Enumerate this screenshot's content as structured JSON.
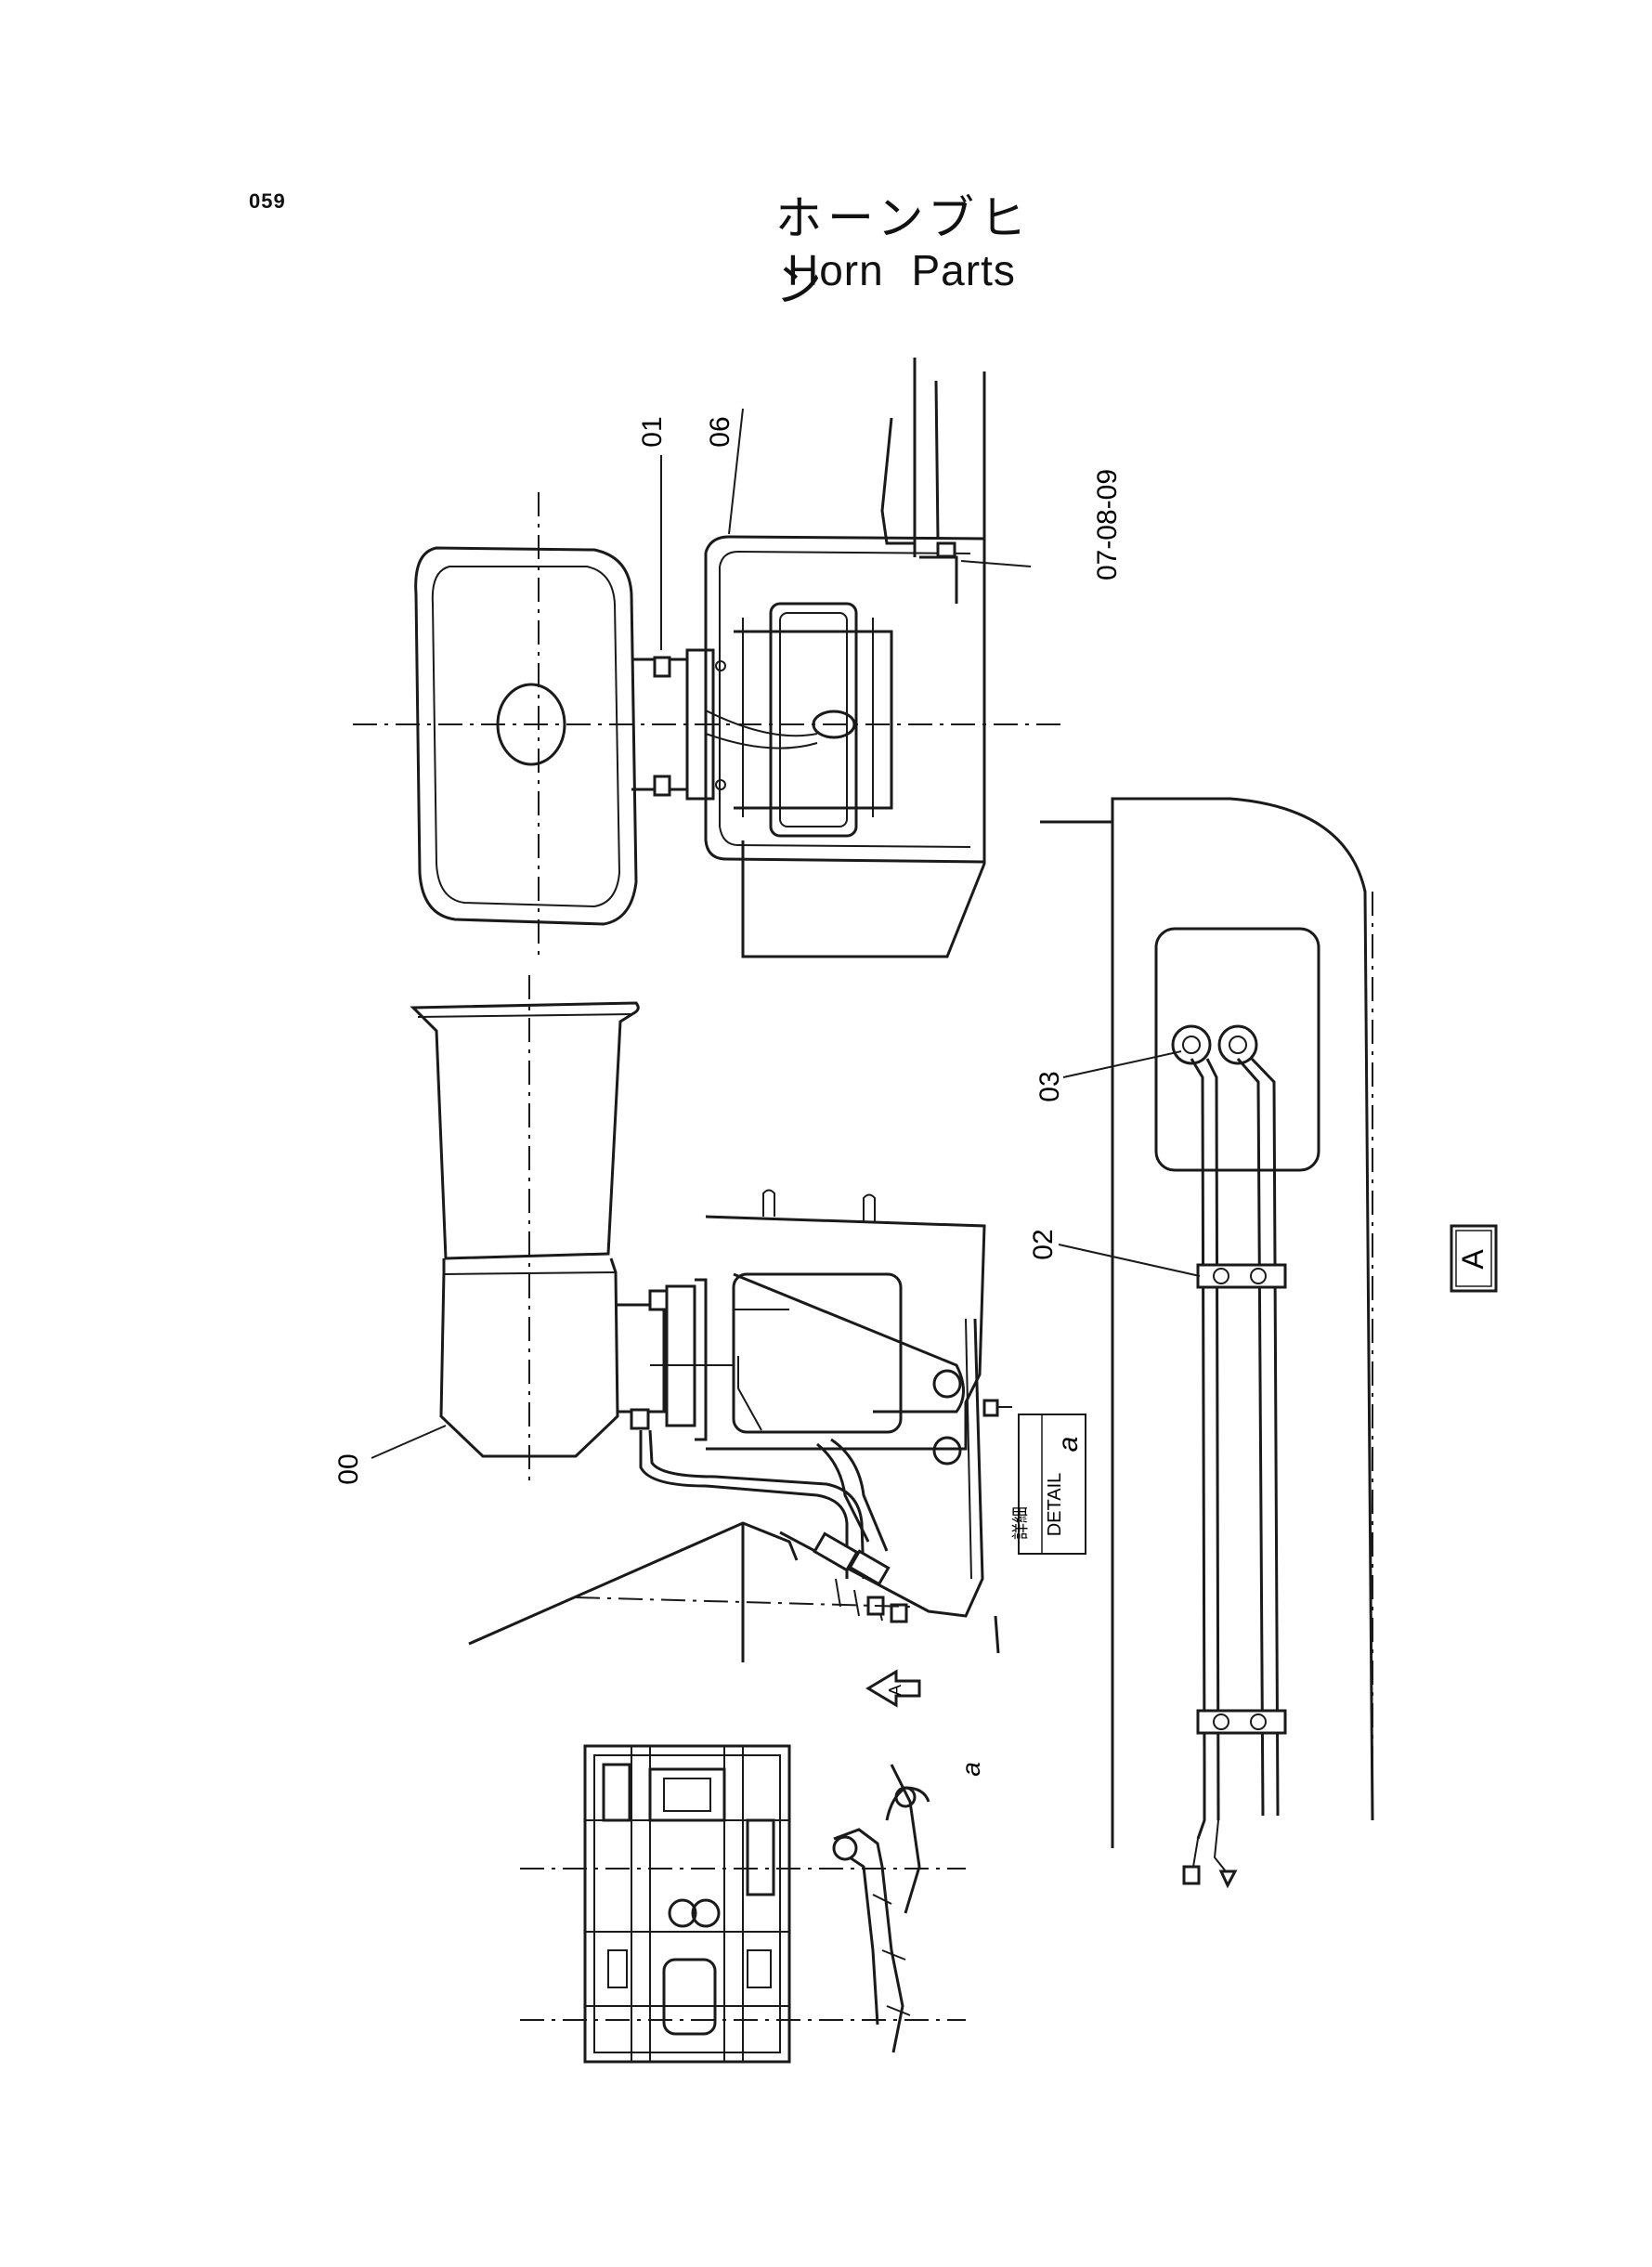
{
  "header": {
    "page_number": "059",
    "title_jp": "ホーンブヒン",
    "title_en": "Horn  Parts"
  },
  "callouts": {
    "part_00": "00",
    "part_01": "01",
    "part_02": "02",
    "part_03": "03",
    "part_06": "06",
    "part_07_08_09": "07-08-09"
  },
  "detail_box": {
    "jp": "詳細",
    "en": "DETAIL",
    "letter": "a"
  },
  "view_labels": {
    "view_a_box": "A",
    "view_a_arrow": "A",
    "frame_detail_mark": "a"
  },
  "colors": {
    "ink": "#1a1a1a",
    "paper": "#ffffff"
  }
}
